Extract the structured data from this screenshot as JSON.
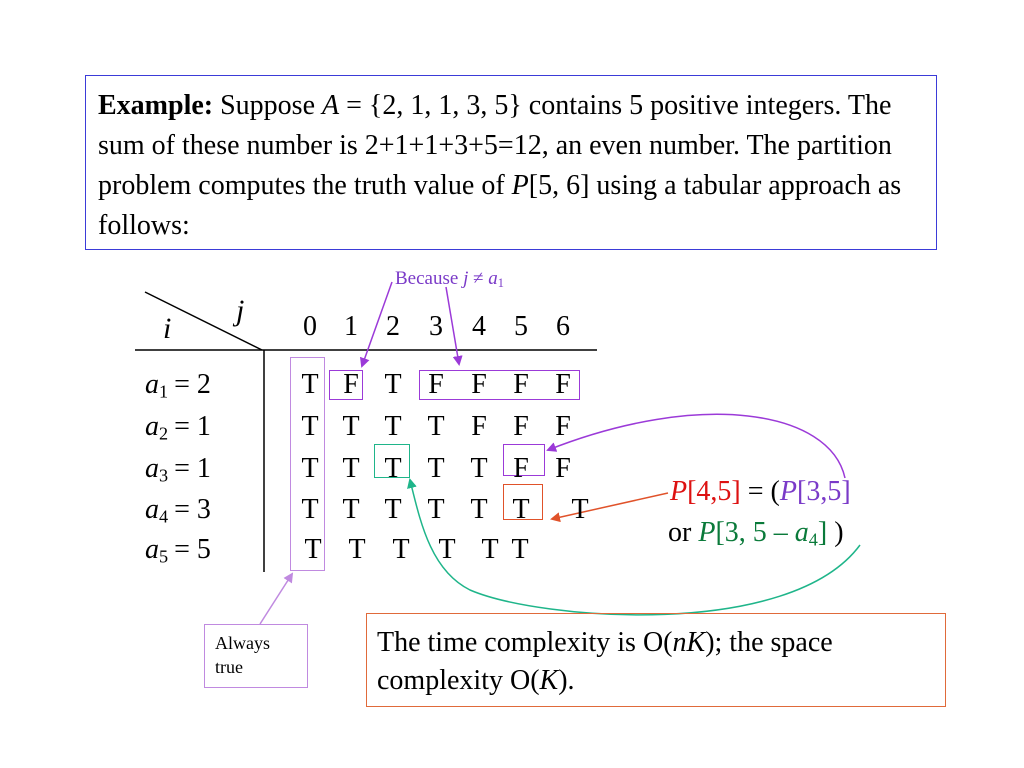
{
  "example": {
    "bold": "Example:",
    "p1": "Suppose",
    "A": "A",
    "p2": "= {2, 1, 1, 3, 5} contains 5 positive integers.  The sum of these number is 2+1+1+3+5=12, an even number.  The partition problem computes the truth value of",
    "P": "P",
    "p3": "[5, 6] using a tabular approach as follows:"
  },
  "table": {
    "col_var": "j",
    "row_var": "i",
    "cols": [
      "0",
      "1",
      "2",
      "3",
      "4",
      "5",
      "6"
    ],
    "rows": [
      {
        "a": "a",
        "sub": "1",
        "eq": "= 2",
        "cells": [
          "T",
          "F",
          "T",
          "F",
          "F",
          "F",
          "F"
        ]
      },
      {
        "a": "a",
        "sub": "2",
        "eq": "= 1",
        "cells": [
          "T",
          "T",
          "T",
          "T",
          "F",
          "F",
          "F"
        ]
      },
      {
        "a": "a",
        "sub": "3",
        "eq": "= 1",
        "cells": [
          "T",
          "T",
          "T",
          "T",
          "T",
          "F",
          "F"
        ]
      },
      {
        "a": "a",
        "sub": "4",
        "eq": "= 3",
        "cells": [
          "T",
          "T",
          "T",
          "T",
          "T",
          "T",
          "T"
        ]
      },
      {
        "a": "a",
        "sub": "5",
        "eq": "= 5",
        "cells": [
          "T",
          "T",
          "T",
          "T",
          "T",
          "T",
          ""
        ]
      }
    ]
  },
  "because": {
    "text": "Because",
    "j": "j",
    "neq": "≠",
    "a": "a",
    "sub": "1"
  },
  "recurrence": {
    "P1": "P",
    "r1": "[4,5]",
    "eq": "= (",
    "P2": "P",
    "r2": "[3,5]",
    "or": "or",
    "P3": "P",
    "r3": "[3, 5 –",
    "a": "a",
    "sub": "4",
    "r4": "]",
    "close": ")"
  },
  "always": {
    "line1": "Always",
    "line2": "true"
  },
  "complexity": {
    "t1": "The time complexity is O(",
    "nK": "nK",
    "t2": "); the space complexity O(",
    "K": "K",
    "t3": ")."
  },
  "colors": {
    "blue_box": "#3b3bd8",
    "purple": "#9b3ad8",
    "green": "#1fb58a",
    "red_orange": "#e0522a"
  }
}
